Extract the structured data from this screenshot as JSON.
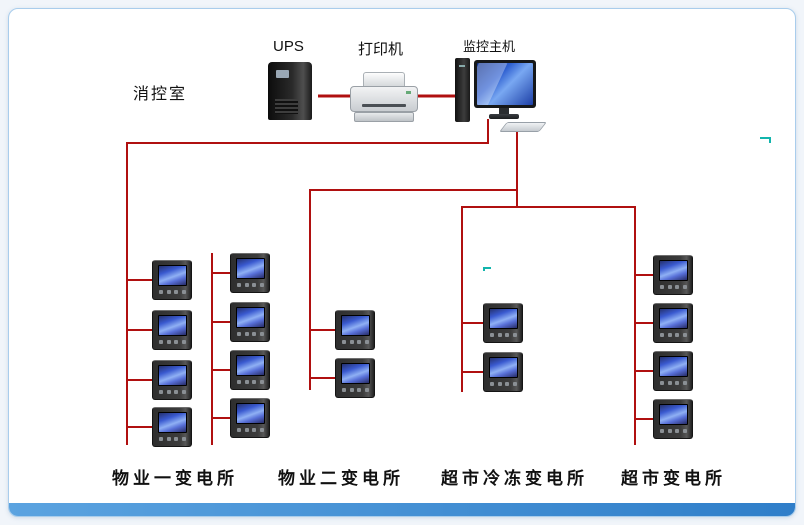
{
  "panel": {
    "room_label": "消控室"
  },
  "top_devices": {
    "ups_label": "UPS",
    "printer_label": "打印机",
    "host_label": "监控主机"
  },
  "groups": [
    {
      "label": "物业一变电所",
      "meter_count": 8
    },
    {
      "label": "物业二变电所",
      "meter_count": 2
    },
    {
      "label": "超市冷冻变电所",
      "meter_count": 2
    },
    {
      "label": "超市变电所",
      "meter_count": 4
    }
  ],
  "colors": {
    "connection_line": "#b01010",
    "panel_border": "#a9cdec",
    "bottom_bar_left": "#5ba3e0",
    "bottom_bar_right": "#2f7ec9"
  }
}
